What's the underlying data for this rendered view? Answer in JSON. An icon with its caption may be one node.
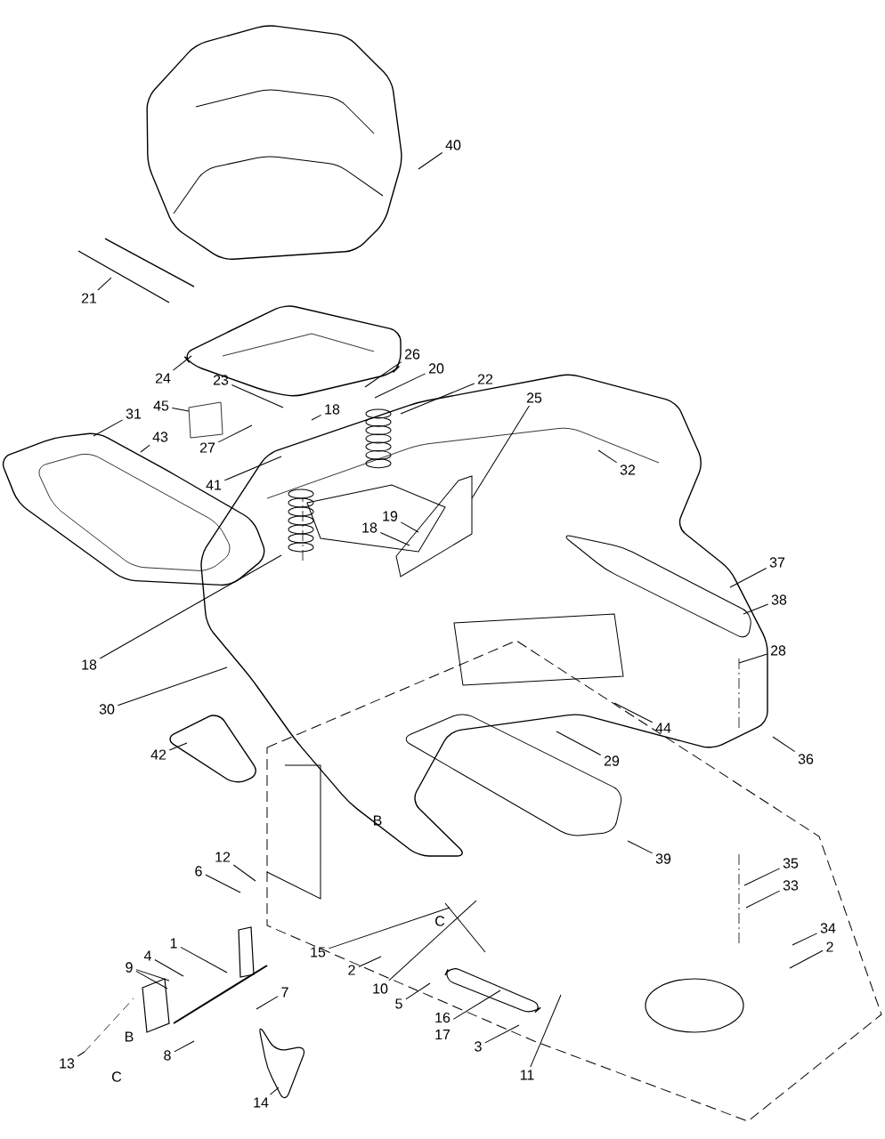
{
  "diagram": {
    "nodes": [
      {
        "text": [
          "40"
        ]
      },
      {
        "text": [
          "21"
        ]
      },
      {
        "text": [
          "24"
        ]
      },
      {
        "text": [
          "26"
        ]
      },
      {
        "text": [
          "20"
        ]
      },
      {
        "text": [
          "22"
        ]
      },
      {
        "text": [
          "23"
        ]
      },
      {
        "text": [
          "18"
        ]
      },
      {
        "text": [
          "45"
        ]
      },
      {
        "text": [
          "25"
        ]
      },
      {
        "text": [
          "31"
        ]
      },
      {
        "text": [
          "43"
        ]
      },
      {
        "text": [
          "32"
        ]
      },
      {
        "text": [
          "27"
        ]
      },
      {
        "text": [
          "41"
        ]
      },
      {
        "text": [
          "19"
        ]
      },
      {
        "text": [
          "18"
        ]
      },
      {
        "text": [
          "37"
        ]
      },
      {
        "text": [
          "38"
        ]
      },
      {
        "text": [
          "28"
        ]
      },
      {
        "text": [
          "18"
        ]
      },
      {
        "text": [
          "30"
        ]
      },
      {
        "text": [
          "44"
        ]
      },
      {
        "text": [
          "42"
        ]
      },
      {
        "text": [
          "36"
        ]
      },
      {
        "text": [
          "29"
        ]
      },
      {
        "text": [
          "39"
        ]
      },
      {
        "text": [
          "12"
        ]
      },
      {
        "text": [
          "35"
        ]
      },
      {
        "text": [
          "6"
        ]
      },
      {
        "text": [
          "33"
        ]
      },
      {
        "text": [
          "34"
        ]
      },
      {
        "text": [
          "1"
        ]
      },
      {
        "text": [
          "2"
        ]
      },
      {
        "text": [
          "15"
        ]
      },
      {
        "text": [
          "4"
        ]
      },
      {
        "text": [
          "9"
        ]
      },
      {
        "text": [
          "2"
        ]
      },
      {
        "text": [
          "10"
        ]
      },
      {
        "text": [
          "7"
        ]
      },
      {
        "text": [
          "5"
        ]
      },
      {
        "text": [
          "16",
          "17"
        ]
      },
      {
        "text": [
          "3"
        ]
      },
      {
        "text": [
          "8"
        ]
      },
      {
        "text": [
          "13"
        ]
      },
      {
        "text": [
          "11"
        ]
      },
      {
        "text": [
          "14"
        ]
      }
    ],
    "edges": [
      {
        "from": 0,
        "to": null,
        "arrow": "none"
      },
      {
        "from": 1,
        "to": null,
        "arrow": "none"
      },
      {
        "from": 2,
        "to": null,
        "arrow": "none"
      },
      {
        "from": 3,
        "to": null,
        "arrow": "none"
      },
      {
        "from": 4,
        "to": null,
        "arrow": "none"
      },
      {
        "from": 5,
        "to": null,
        "arrow": "none"
      },
      {
        "from": 6,
        "to": null,
        "arrow": "none"
      },
      {
        "from": 7,
        "to": null,
        "arrow": "none"
      },
      {
        "from": 8,
        "to": null,
        "arrow": "none"
      },
      {
        "from": 9,
        "to": null,
        "arrow": "none"
      },
      {
        "from": 10,
        "to": null,
        "arrow": "none"
      },
      {
        "from": 11,
        "to": null,
        "arrow": "none"
      },
      {
        "from": 12,
        "to": null,
        "arrow": "none"
      },
      {
        "from": 13,
        "to": null,
        "arrow": "none"
      },
      {
        "from": 14,
        "to": null,
        "arrow": "none"
      },
      {
        "from": 15,
        "to": null,
        "arrow": "none"
      },
      {
        "from": 16,
        "to": null,
        "arrow": "none"
      },
      {
        "from": 17,
        "to": null,
        "arrow": "none"
      },
      {
        "from": 18,
        "to": null,
        "arrow": "none"
      },
      {
        "from": 19,
        "to": null,
        "arrow": "none"
      },
      {
        "from": 20,
        "to": null,
        "arrow": "none"
      },
      {
        "from": 21,
        "to": null,
        "arrow": "none"
      },
      {
        "from": 22,
        "to": null,
        "arrow": "none"
      },
      {
        "from": 23,
        "to": null,
        "arrow": "none"
      },
      {
        "from": 24,
        "to": null,
        "arrow": "none"
      },
      {
        "from": 25,
        "to": null,
        "arrow": "none"
      },
      {
        "from": 26,
        "to": null,
        "arrow": "none"
      },
      {
        "from": 27,
        "to": null,
        "arrow": "none"
      },
      {
        "from": 28,
        "to": null,
        "arrow": "none"
      },
      {
        "from": 29,
        "to": null,
        "arrow": "none"
      },
      {
        "from": 30,
        "to": null,
        "arrow": "none"
      },
      {
        "from": 31,
        "to": null,
        "arrow": "none"
      },
      {
        "from": 32,
        "to": null,
        "arrow": "none"
      },
      {
        "from": 33,
        "to": null,
        "arrow": "none"
      },
      {
        "from": 34,
        "to": null,
        "arrow": "none"
      },
      {
        "from": 35,
        "to": null,
        "arrow": "none"
      },
      {
        "from": 36,
        "to": null,
        "arrow": "none"
      },
      {
        "from": 36,
        "to": null,
        "arrow": "none"
      },
      {
        "from": 37,
        "to": null,
        "arrow": "none"
      },
      {
        "from": 38,
        "to": null,
        "arrow": "none"
      },
      {
        "from": 39,
        "to": null,
        "arrow": "none"
      },
      {
        "from": 40,
        "to": null,
        "arrow": "none"
      },
      {
        "from": 41,
        "to": null,
        "arrow": "none"
      },
      {
        "from": 42,
        "to": null,
        "arrow": "none"
      },
      {
        "from": 43,
        "to": null,
        "arrow": "none"
      },
      {
        "from": 44,
        "to": null,
        "arrow": "none"
      },
      {
        "from": 45,
        "to": null,
        "arrow": "none"
      },
      {
        "from": 46,
        "to": null,
        "arrow": "none"
      }
    ],
    "labels": [
      "B",
      "C",
      "B",
      "C"
    ]
  }
}
